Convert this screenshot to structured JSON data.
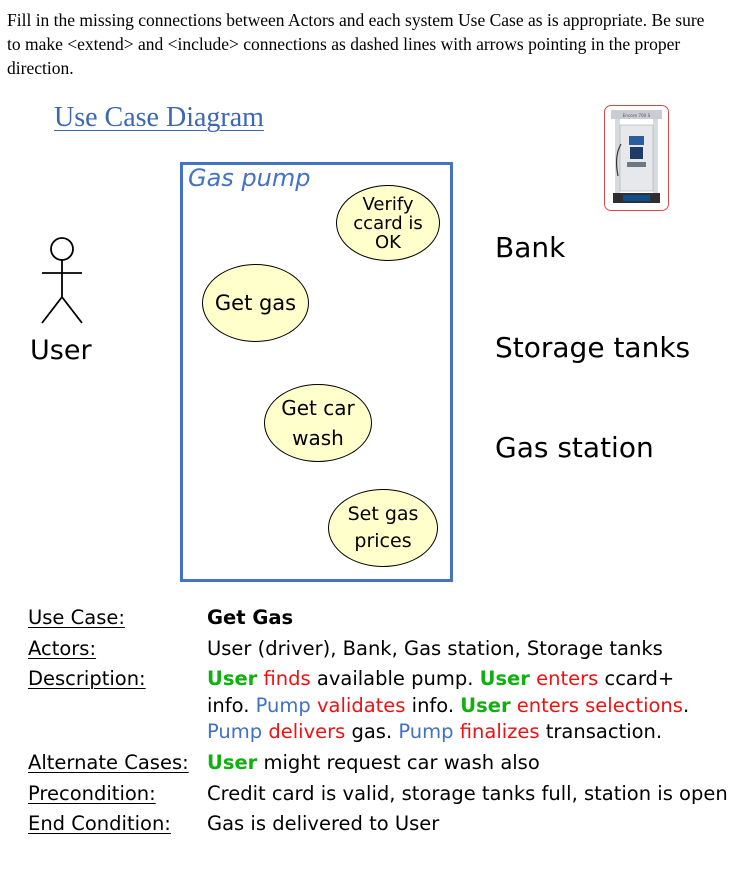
{
  "instructions": "Fill in the missing connections between Actors and each system Use Case as is appropriate.  Be sure to make <extend> and <include> connections as dashed lines with arrows pointing in the proper direction.",
  "title": "Use Case Diagram",
  "system_label": "Gas pump",
  "use_cases": {
    "verify": "Verify\nccard is\nOK",
    "get_gas": "Get gas",
    "car_wash": "Get car\nwash",
    "set_prices": "Set gas\nprices"
  },
  "actors": {
    "user": "User",
    "bank": "Bank",
    "storage": "Storage tanks",
    "station": "Gas station"
  },
  "pump_image_text": "Encore 700 S",
  "spec": {
    "use_case_label": "Use Case:",
    "use_case_value": "Get Gas",
    "actors_label": "Actors:",
    "actors_value": "User (driver), Bank, Gas station, Storage tanks",
    "description_label": "Description:",
    "description_segments": [
      {
        "t": "User",
        "c": "green"
      },
      {
        "t": " finds",
        "c": "red"
      },
      {
        "t": " available pump. ",
        "c": "black"
      },
      {
        "t": "User",
        "c": "green"
      },
      {
        "t": " enters",
        "c": "red"
      },
      {
        "t": " ccard+ info. ",
        "c": "black"
      },
      {
        "t": "Pump",
        "c": "blue"
      },
      {
        "t": " validates",
        "c": "red"
      },
      {
        "t": " info. ",
        "c": "black"
      },
      {
        "t": "User",
        "c": "green"
      },
      {
        "t": " enters selections",
        "c": "red"
      },
      {
        "t": ". ",
        "c": "black"
      },
      {
        "t": "Pump",
        "c": "blue"
      },
      {
        "t": " delivers",
        "c": "red"
      },
      {
        "t": " gas. ",
        "c": "black"
      },
      {
        "t": "Pump",
        "c": "blue"
      },
      {
        "t": " finalizes",
        "c": "red"
      },
      {
        "t": " transaction.",
        "c": "black"
      }
    ],
    "alternate_label": "Alternate Cases:",
    "alternate_actor": "User",
    "alternate_rest": " might request car wash also",
    "precondition_label": "Precondition:",
    "precondition_value": "Credit card is valid, storage tanks full, station is open",
    "end_label": "End Condition:",
    "end_value": "Gas is delivered to User"
  },
  "colors": {
    "actor_highlight": "#10b010",
    "verb_highlight": "#ee1111",
    "system_highlight": "#3f72c5",
    "system_border": "#4472c4",
    "use_case_fill": "#ffffcc"
  }
}
